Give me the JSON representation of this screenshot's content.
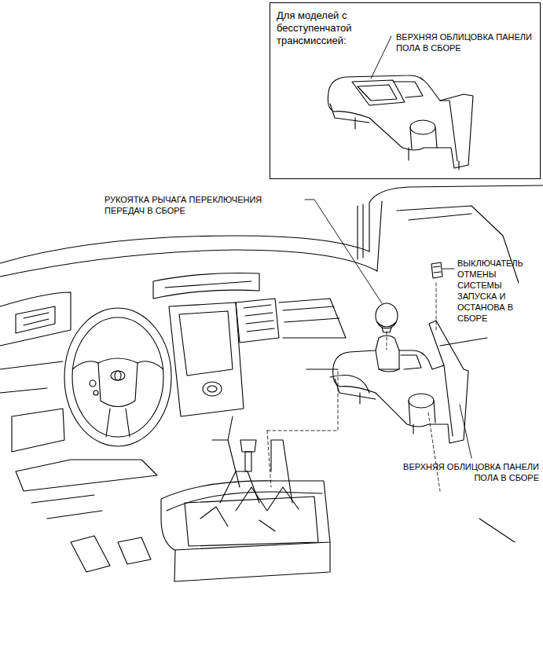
{
  "diagram": {
    "nodes": [
      {
        "text": [
          "Для моделей с бесступенчатой трансмиссией:",
          "ВЕРХНЯЯ ОБЛИЦОВКА ПАНЕЛИ ПОЛА В СБОРЕ"
        ]
      }
    ],
    "labels": [
      "РУКОЯТКА РЫЧАГА ПЕРЕКЛЮЧЕНИЯ ПЕРЕДАЧ В СБОРЕ",
      "ВЫКЛЮЧАТЕЛЬ ОТМЕНЫ СИСТЕМЫ ЗАПУСКА И ОСТАНОВА В СБОРЕ",
      "ВЕРХНЯЯ ОБЛИЦОВКА ПАНЕЛИ ПОЛА В СБОРЕ"
    ]
  }
}
